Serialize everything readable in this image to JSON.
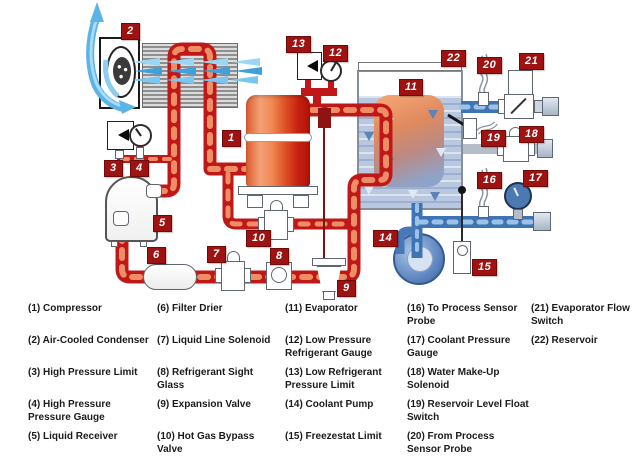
{
  "diagram": {
    "tags": [
      "1",
      "2",
      "3",
      "4",
      "5",
      "6",
      "7",
      "8",
      "9",
      "10",
      "11",
      "12",
      "13",
      "14",
      "15",
      "16",
      "17",
      "18",
      "19",
      "20",
      "21",
      "22"
    ]
  },
  "legend": {
    "items": [
      "(1) Compressor",
      "(2) Air-Cooled Condenser",
      "(3) High Pressure Limit",
      "(4) High Pressure Pressure Gauge",
      "(5) Liquid Receiver",
      "(6) Filter Drier",
      "(7) Liquid Line Solenoid",
      "(8) Refrigerant Sight Glass",
      "(9) Expansion Valve",
      "(10) Hot Gas Bypass Valve",
      "(11) Evaporator",
      "(12) Low Pressure Refrigerant Gauge",
      "(13) Low Refrigerant Pressure Limit",
      "(14) Coolant Pump",
      "(15) Freezestat Limit",
      "(16) To Process Sensor Probe",
      "(17) Coolant Pressure Gauge",
      "(18) Water Make-Up Solenoid",
      "(19) Reservoir Level Float Switch",
      "(20) From Process Sensor Probe",
      "(21) Evaporator Flow Switch",
      "(22) Reservoir"
    ]
  },
  "colors": {
    "tag_background": "#9e1212",
    "hot_pipe": "#c01818",
    "hot_pipe_highlight": "#ee8e66",
    "cold_pipe": "#3f74b4",
    "cold_pipe_highlight": "#9cc2e8",
    "air_flow": "#5cb3e6",
    "tank_water": "#b9c8de"
  }
}
